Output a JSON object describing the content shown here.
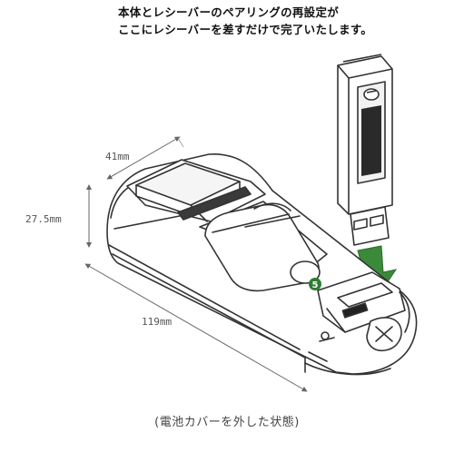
{
  "caption_top": {
    "line1": "本体とレシーバーのペアリングの再設定が",
    "line2": "ここにレシーバーを差すだけで完了いたします。"
  },
  "dimensions": {
    "width": "41mm",
    "height": "27.5mm",
    "length": "119mm"
  },
  "step_marker": "5",
  "caption_bottom": "(電池カバーを外した状態)",
  "colors": {
    "arrow": "#3a8a3a",
    "step_badge": "#2e7d32",
    "line": "#333333",
    "dimension": "#666666"
  }
}
